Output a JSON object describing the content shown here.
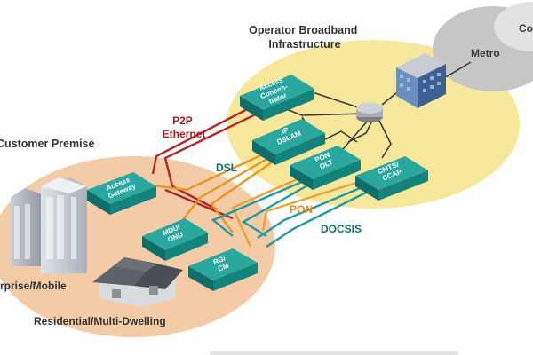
{
  "labels": {
    "operator_line1": "Operator Broadband",
    "operator_line2": "Infrastructure",
    "customer_premise": "Customer Premise",
    "enterprise_mobile": "rprise/Mobile",
    "residential": "Residential/Multi-Dwelling",
    "metro": "Metro",
    "core": "Co"
  },
  "links": {
    "p2p_line1": "P2P",
    "p2p_line2": "Ethernet",
    "dsl": "DSL",
    "pon": "PON",
    "docsis": "DOCSIS"
  },
  "devices": {
    "access_concentrator": [
      "Access",
      "Concen-",
      "trator"
    ],
    "ip_dslam": [
      "IP",
      "DSLAM"
    ],
    "pon_olt": [
      "PON",
      "OLT"
    ],
    "cmts_ccap": [
      "CMTS/",
      "CCAP"
    ],
    "access_gateway": [
      "Access",
      "Gateway"
    ],
    "mdu_onu": [
      "MDU/",
      "ONU"
    ],
    "rg_cm": [
      "RG/",
      "CM"
    ]
  },
  "colors": {
    "operator_zone": "#f7e79a",
    "customer_zone": "#f3cba6",
    "cloud": "#c6c6c6",
    "device_top": "#2aa8a0",
    "device_side": "#0f6e69",
    "p2p": "#b0262b",
    "dsl": "#e8961e",
    "pon_orange": "#eaa235",
    "docsis": "#1f9aa0",
    "label_teal": "#136d78",
    "label_p2p": "#a3222a",
    "label_pon": "#e08a1a"
  }
}
